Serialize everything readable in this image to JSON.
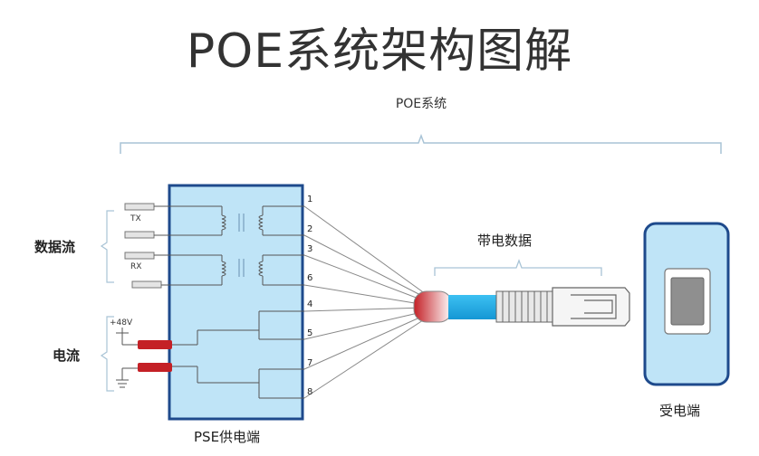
{
  "title": "POE系统架构图解",
  "system_label": "POE系统",
  "left_labels": {
    "data_flow": "数据流",
    "power_flow": "电流"
  },
  "transformer_labels": {
    "tx": "TX",
    "rx": "RX"
  },
  "voltage_label": "+48V",
  "pins": [
    "1",
    "2",
    "3",
    "6",
    "4",
    "5",
    "7",
    "8"
  ],
  "pse_label": "PSE供电端",
  "cable_label": "带电数据",
  "pd_label": "受电端",
  "colors": {
    "pse_fill": "#bfe4f7",
    "pse_border": "#1e4a8c",
    "pd_fill": "#bfe4f7",
    "cable_blue": "#19a9e8",
    "connector_red": "#c42026",
    "brace": "#a9c4d6"
  }
}
